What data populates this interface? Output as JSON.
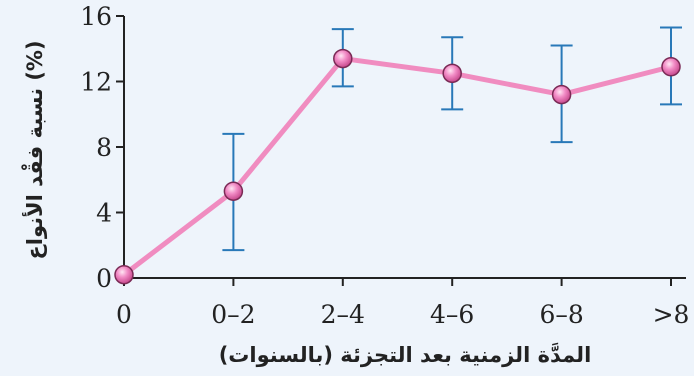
{
  "chart_data": {
    "type": "line",
    "title": "",
    "xlabel": "المدَّة الزمنية بعد التجزئة (بالسنوات)",
    "ylabel": "نسبة فقْد الأنواع (%)",
    "categories": [
      "0",
      "0–2",
      "2–4",
      "4–6",
      "6–8",
      ">8"
    ],
    "ylim": [
      0,
      16
    ],
    "yticks": [
      "0",
      "4",
      "8",
      "12",
      "16"
    ],
    "series": [
      {
        "values": [
          0.2,
          5.3,
          13.4,
          12.5,
          11.2,
          12.9
        ],
        "error_low": [
          0,
          1.7,
          11.7,
          10.3,
          8.3,
          10.6
        ],
        "error_high": [
          0,
          8.8,
          15.2,
          14.7,
          14.2,
          15.3
        ]
      }
    ],
    "grid": false,
    "legend": "none",
    "colors": {
      "line": "#f08cc0",
      "marker_fill": "#e95fa9",
      "marker_edge": "#7a2a55",
      "error_bar": "#2878b8",
      "axis": "#222222",
      "background": "#eef4fb"
    }
  }
}
